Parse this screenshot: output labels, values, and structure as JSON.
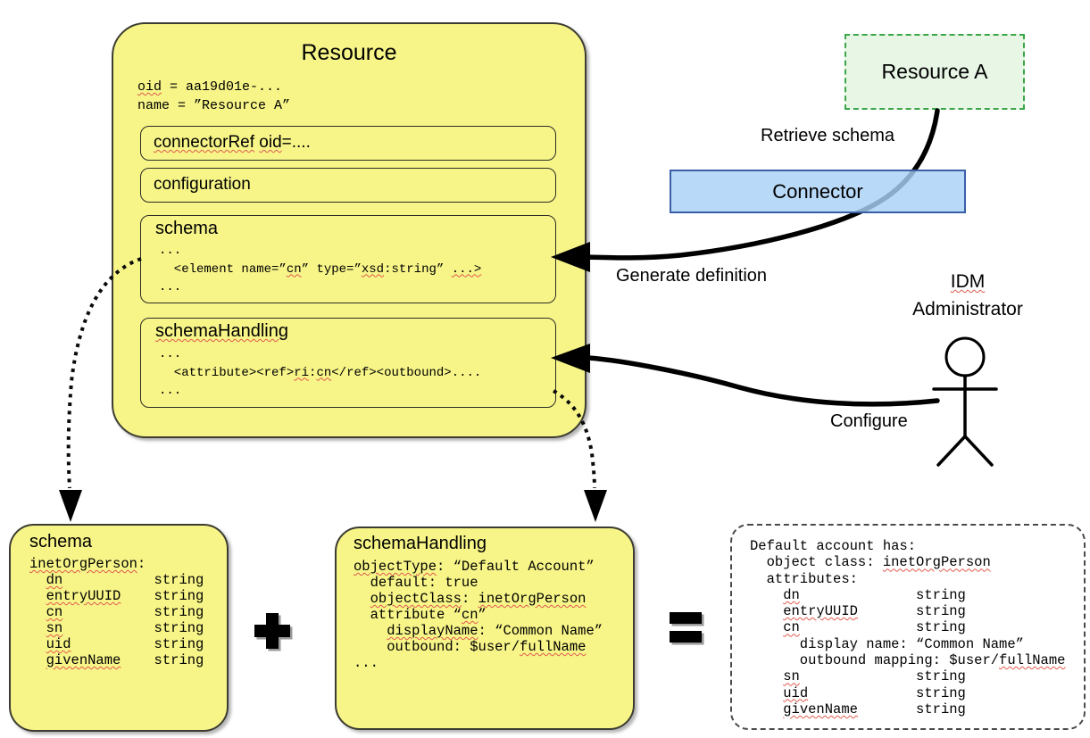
{
  "colors": {
    "box_yellow": "#f7f588",
    "green_fill": "#e8f6e6",
    "green_border": "#3ba647",
    "blue_fill": "#a8d1f5",
    "blue_border": "#3a5fa5",
    "spellcheck_red": "#e05a4e",
    "line_black": "#000000"
  },
  "resource": {
    "title": "Resource",
    "oid_line": [
      {
        "t": "oid",
        "w": true
      },
      {
        "t": " = aa19d01e-...",
        "w": false
      }
    ],
    "name_line": [
      {
        "t": "name = ”Resource A”",
        "w": false
      }
    ],
    "connector_ref": {
      "label": [
        {
          "t": "connectorRef",
          "w": true
        },
        {
          "t": " ",
          "w": false
        },
        {
          "t": "oid",
          "w": true
        },
        {
          "t": "=....",
          "w": false
        }
      ]
    },
    "configuration": {
      "label": [
        {
          "t": "configuration",
          "w": false
        }
      ]
    },
    "schema": {
      "label": [
        {
          "t": "schema",
          "w": false
        }
      ],
      "code": [
        [
          {
            "t": "...",
            "w": false
          }
        ],
        [
          {
            "t": "  <element name=”",
            "w": false
          },
          {
            "t": "cn",
            "w": true
          },
          {
            "t": "” type=”",
            "w": false
          },
          {
            "t": "xsd",
            "w": true
          },
          {
            "t": ":string” ",
            "w": false
          },
          {
            "t": "...>",
            "w": true
          }
        ],
        [
          {
            "t": "...",
            "w": false
          }
        ]
      ]
    },
    "schema_handling": {
      "label": [
        {
          "t": "schemaHandling",
          "w": true
        }
      ],
      "code": [
        [
          {
            "t": "...",
            "w": false
          }
        ],
        [
          {
            "t": "  <attribute><ref>",
            "w": false
          },
          {
            "t": "ri",
            "w": true
          },
          {
            "t": ":",
            "w": false
          },
          {
            "t": "cn",
            "w": true
          },
          {
            "t": "</ref><outbound>....",
            "w": false
          }
        ],
        [
          {
            "t": "...",
            "w": false
          }
        ]
      ]
    }
  },
  "resource_a": {
    "label": "Resource A"
  },
  "connector": {
    "label": "Connector"
  },
  "annotations": {
    "retrieve_schema": "Retrieve schema",
    "generate_definition": "Generate definition",
    "configure": "Configure",
    "idm_admin_line1": [
      {
        "t": "IDM",
        "w": true
      }
    ],
    "idm_admin_line2": [
      {
        "t": "Administrator",
        "w": false
      }
    ]
  },
  "schema_detail": {
    "title": "schema",
    "lines": [
      [
        {
          "t": "inetOrgPerson",
          "w": true
        },
        {
          "t": ":",
          "w": false
        }
      ],
      [
        {
          "t": "  ",
          "w": false
        },
        {
          "t": "dn",
          "w": true
        },
        {
          "t": "           string",
          "w": false
        }
      ],
      [
        {
          "t": "  ",
          "w": false
        },
        {
          "t": "entryUUID",
          "w": true
        },
        {
          "t": "    string",
          "w": false
        }
      ],
      [
        {
          "t": "  ",
          "w": false
        },
        {
          "t": "cn",
          "w": true
        },
        {
          "t": "           string",
          "w": false
        }
      ],
      [
        {
          "t": "  ",
          "w": false
        },
        {
          "t": "sn",
          "w": true
        },
        {
          "t": "           string",
          "w": false
        }
      ],
      [
        {
          "t": "  ",
          "w": false
        },
        {
          "t": "uid",
          "w": true
        },
        {
          "t": "          string",
          "w": false
        }
      ],
      [
        {
          "t": "  ",
          "w": false
        },
        {
          "t": "givenName",
          "w": true
        },
        {
          "t": "    string",
          "w": false
        }
      ]
    ]
  },
  "schema_handling_detail": {
    "title": "schemaHandling",
    "lines": [
      [
        {
          "t": "objectType",
          "w": true
        },
        {
          "t": ": “Default Account”",
          "w": false
        }
      ],
      [
        {
          "t": "  default: true",
          "w": false
        }
      ],
      [
        {
          "t": "  ",
          "w": false
        },
        {
          "t": "objectClass",
          "w": true
        },
        {
          "t": ": ",
          "w": false
        },
        {
          "t": "inetOrgPerson",
          "w": true
        }
      ],
      [
        {
          "t": "  attribute “",
          "w": false
        },
        {
          "t": "cn",
          "w": true
        },
        {
          "t": "”",
          "w": false
        }
      ],
      [
        {
          "t": "    ",
          "w": false
        },
        {
          "t": "displayName",
          "w": true
        },
        {
          "t": ": “Common Name”",
          "w": false
        }
      ],
      [
        {
          "t": "    outbound: $user/",
          "w": false
        },
        {
          "t": "fullName",
          "w": true
        }
      ],
      [
        {
          "t": "...",
          "w": false
        }
      ]
    ]
  },
  "result": {
    "lines": [
      [
        {
          "t": "Default account has:",
          "w": false
        }
      ],
      [
        {
          "t": "  object class: ",
          "w": false
        },
        {
          "t": "inetOrgPerson",
          "w": true
        }
      ],
      [
        {
          "t": "  attributes:",
          "w": false
        }
      ],
      [
        {
          "t": "    ",
          "w": false
        },
        {
          "t": "dn",
          "w": true
        },
        {
          "t": "              string",
          "w": false
        }
      ],
      [
        {
          "t": "    ",
          "w": false
        },
        {
          "t": "entryUUID",
          "w": true
        },
        {
          "t": "       string",
          "w": false
        }
      ],
      [
        {
          "t": "    ",
          "w": false
        },
        {
          "t": "cn",
          "w": true
        },
        {
          "t": "              string",
          "w": false
        }
      ],
      [
        {
          "t": "      display name: “Common Name”",
          "w": false
        }
      ],
      [
        {
          "t": "      outbound mapping: $user/",
          "w": false
        },
        {
          "t": "fullName",
          "w": true
        }
      ],
      [
        {
          "t": "    ",
          "w": false
        },
        {
          "t": "sn",
          "w": true
        },
        {
          "t": "              string",
          "w": false
        }
      ],
      [
        {
          "t": "    ",
          "w": false
        },
        {
          "t": "uid",
          "w": true
        },
        {
          "t": "             string",
          "w": false
        }
      ],
      [
        {
          "t": "    ",
          "w": false
        },
        {
          "t": "givenName",
          "w": true
        },
        {
          "t": "       string",
          "w": false
        }
      ]
    ]
  },
  "operators": {
    "plus": "+",
    "equals": "="
  }
}
